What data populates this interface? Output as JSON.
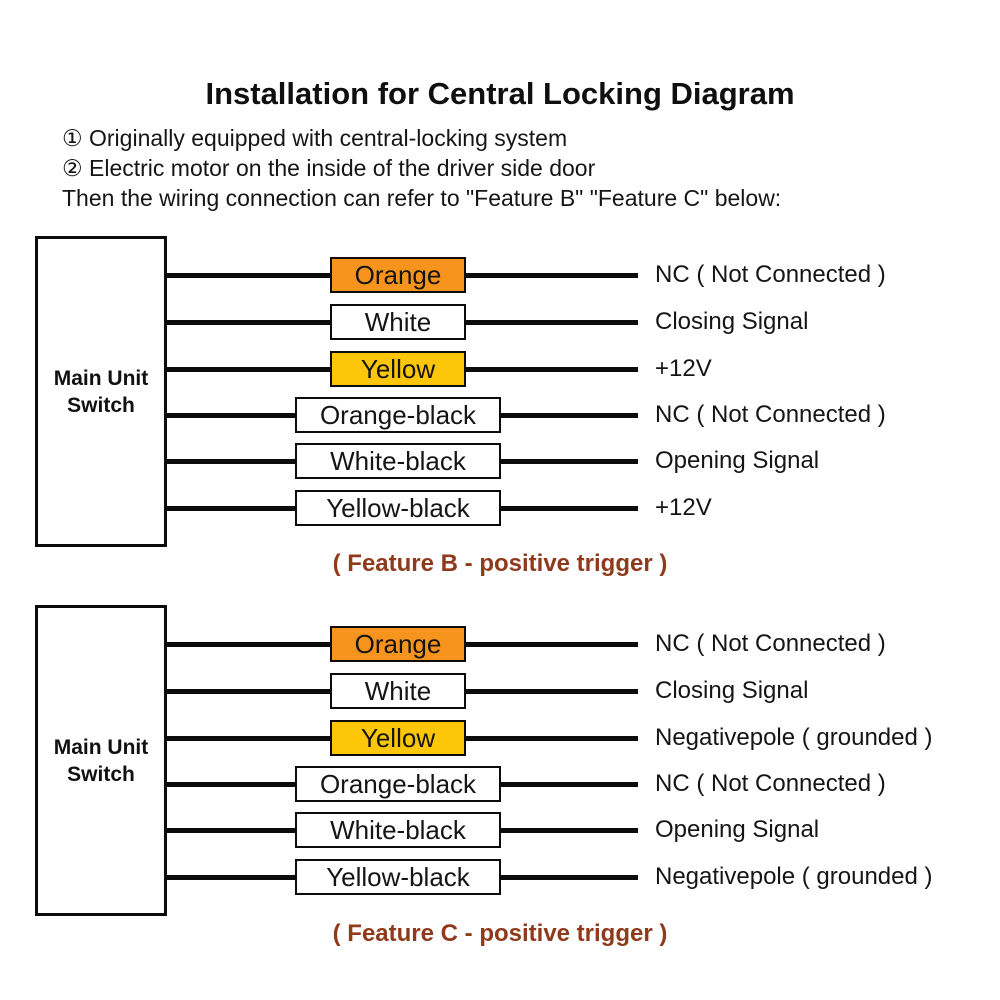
{
  "page": {
    "title": "Installation for Central Locking Diagram",
    "note1": "① Originally equipped with central-locking system",
    "note2": "② Electric motor on the inside of the driver side door",
    "note3": "Then the wiring connection can refer to \"Feature B\" \"Feature C\" below:"
  },
  "colors": {
    "orange_fill": "#F7941D",
    "yellow_fill": "#FDC608",
    "white_fill": "#FFFFFF",
    "wire_line": "#0C0C0C",
    "caption_text": "#8E3A1B"
  },
  "diagrams": [
    {
      "id": "feature-b",
      "source": {
        "line1": "Main Unit",
        "line2": "Switch"
      },
      "caption": "( Feature B - positive trigger )",
      "rows": [
        {
          "wire": "Orange",
          "fill": "#F7941D",
          "signal": "NC ( Not Connected )"
        },
        {
          "wire": "White",
          "fill": "#FFFFFF",
          "signal": "Closing Signal"
        },
        {
          "wire": "Yellow",
          "fill": "#FDC608",
          "signal": "+12V"
        },
        {
          "wire": "Orange-black",
          "fill": "#FFFFFF",
          "signal": "NC ( Not Connected )"
        },
        {
          "wire": "White-black",
          "fill": "#FFFFFF",
          "signal": "Opening Signal"
        },
        {
          "wire": "Yellow-black",
          "fill": "#FFFFFF",
          "signal": "+12V"
        }
      ]
    },
    {
      "id": "feature-c",
      "source": {
        "line1": "Main Unit",
        "line2": "Switch"
      },
      "caption": "( Feature C - positive trigger )",
      "rows": [
        {
          "wire": "Orange",
          "fill": "#F7941D",
          "signal": "NC ( Not Connected )"
        },
        {
          "wire": "White",
          "fill": "#FFFFFF",
          "signal": "Closing Signal"
        },
        {
          "wire": "Yellow",
          "fill": "#FDC608",
          "signal": "Negativepole ( grounded )"
        },
        {
          "wire": "Orange-black",
          "fill": "#FFFFFF",
          "signal": "NC ( Not Connected )"
        },
        {
          "wire": "White-black",
          "fill": "#FFFFFF",
          "signal": "Opening Signal"
        },
        {
          "wire": "Yellow-black",
          "fill": "#FFFFFF",
          "signal": "Negativepole ( grounded )"
        }
      ]
    }
  ]
}
